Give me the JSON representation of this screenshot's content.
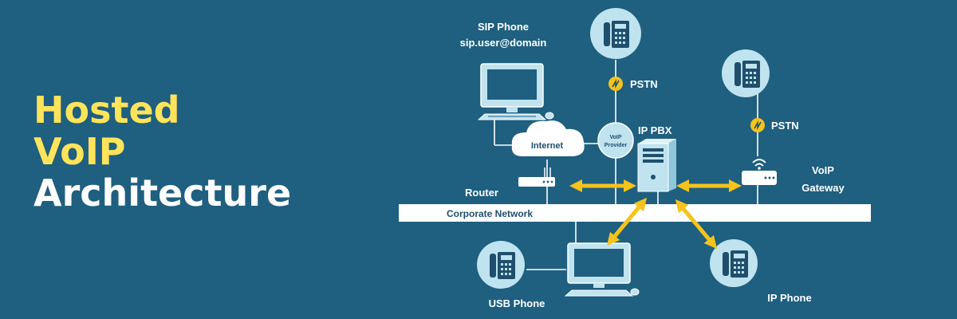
{
  "heading": {
    "line1": "Hosted",
    "line2": "VoIP",
    "line3": "Architecture"
  },
  "diagram": {
    "sip_phone_label": "SIP Phone",
    "sip_phone_address": "sip.user@domain",
    "pstn_top_label": "PSTN",
    "pstn_right_label": "PSTN",
    "internet_label": "Internet",
    "voip_provider_line1": "VoIP",
    "voip_provider_line2": "Provider",
    "ip_pbx_label": "IP PBX",
    "router_label": "Router",
    "voip_gateway_line1": "VoIP",
    "voip_gateway_line2": "Gateway",
    "corporate_network_label": "Corporate Network",
    "usb_phone_label": "USB Phone",
    "ip_phone_label": "IP Phone"
  },
  "colors": {
    "background": "#1f5f80",
    "accent_yellow": "#ffe45a",
    "arrow_yellow": "#f5c31b",
    "icon_fill": "#bfe3ef",
    "icon_dark": "#1f4f6d"
  }
}
